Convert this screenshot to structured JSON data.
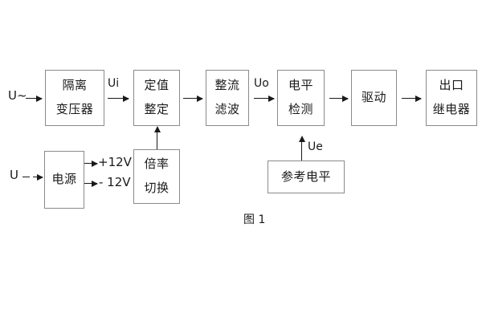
{
  "figure": {
    "caption": "图 1",
    "background_color": "#ffffff",
    "box_border_color": "#8a8a8a",
    "line_color": "#1a1a1a"
  },
  "inputs": [
    {
      "name": "ac-input",
      "label": "U~"
    },
    {
      "name": "dc-input",
      "label": "U"
    }
  ],
  "signal_labels": [
    {
      "name": "ui",
      "label": "Ui"
    },
    {
      "name": "uo",
      "label": "Uo"
    },
    {
      "name": "ue",
      "label": "Ue"
    }
  ],
  "supply_rails": [
    {
      "name": "positive-rail",
      "label": "+12V"
    },
    {
      "name": "negative-rail",
      "label": "- 12V"
    }
  ],
  "blocks": {
    "isolation_transformer": {
      "line1": "隔离",
      "line2": "变压器"
    },
    "setting_value": {
      "line1": "定值",
      "line2": "整定"
    },
    "rectify_filter": {
      "line1": "整流",
      "line2": "滤波"
    },
    "level_detect": {
      "line1": "电平",
      "line2": "检测"
    },
    "drive": {
      "line1": "驱动"
    },
    "output_relay": {
      "line1": "出口",
      "line2": "继电器"
    },
    "power_supply": {
      "line1": "电源"
    },
    "multiplier_switch": {
      "line1": "倍率",
      "line2": "切换"
    },
    "reference_level": {
      "line1": "参考电平"
    }
  }
}
